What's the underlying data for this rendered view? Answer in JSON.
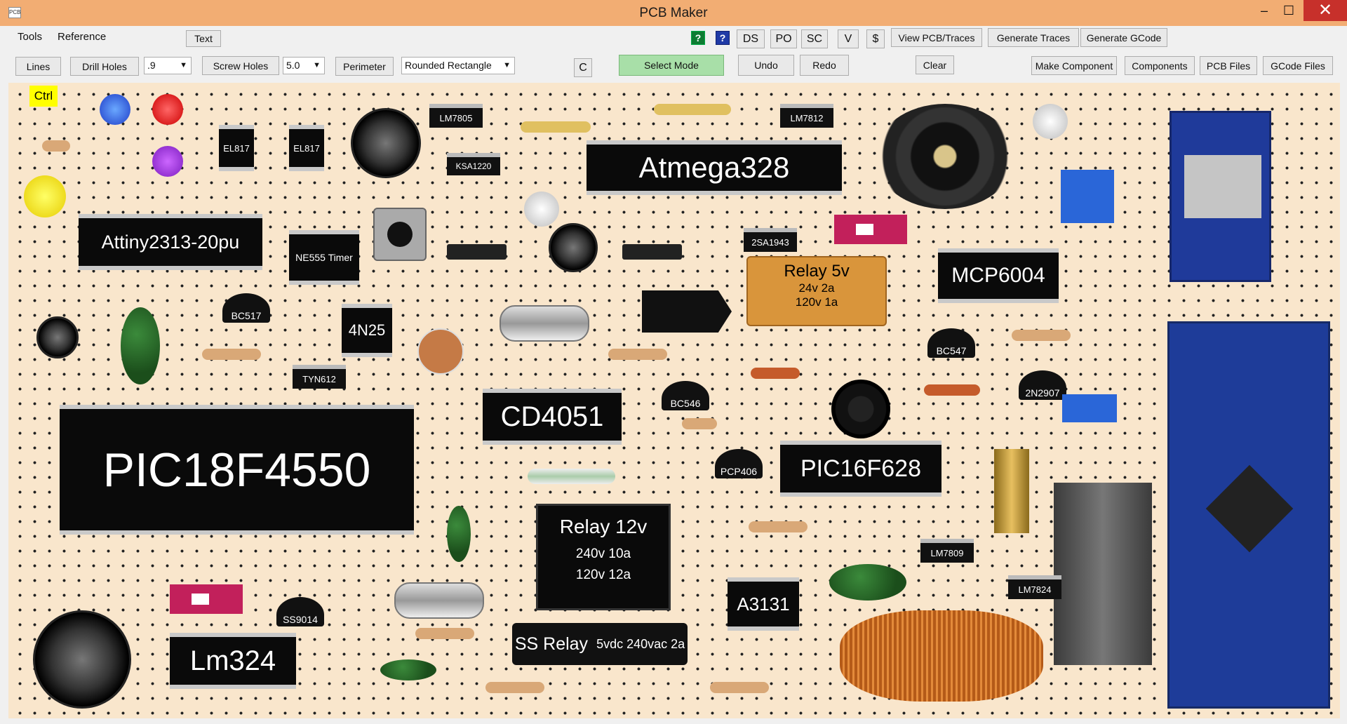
{
  "window": {
    "title": "PCB Maker",
    "app_icon_text": "PCB",
    "minimize": "–",
    "maximize": "☐",
    "close": "✕"
  },
  "menu": {
    "tools": "Tools",
    "reference": "Reference",
    "text_button": "Text"
  },
  "top_toolbar": {
    "help_green": "?",
    "help_blue": "?",
    "ds": "DS",
    "po": "PO",
    "sc": "SC",
    "v": "V",
    "dollar": "$",
    "view_pcb": "View PCB/Traces",
    "generate_traces": "Generate Traces",
    "generate_gcode": "Generate GCode"
  },
  "toolbar": {
    "lines": "Lines",
    "drill_holes": "Drill Holes",
    "drill_size": ".9",
    "screw_holes": "Screw Holes",
    "screw_size": "5.0",
    "perimeter": "Perimeter",
    "perimeter_shape": "Rounded Rectangle",
    "c": "C",
    "select_mode": "Select Mode",
    "undo": "Undo",
    "redo": "Redo",
    "clear": "Clear",
    "make_component": "Make Component",
    "components": "Components",
    "pcb_files": "PCB Files",
    "gcode_files": "GCode Files"
  },
  "board": {
    "ctrl_badge": "Ctrl",
    "colors": {
      "board": "#f9e6cc",
      "pad": "#e8161b",
      "select_mode": "#a8dfa8",
      "titlebar": "#f2ad73"
    },
    "labels": {
      "el817_a": "EL817",
      "el817_b": "EL817",
      "lm7805": "LM7805",
      "ksa1220": "KSA1220",
      "lm7812": "LM7812",
      "atmega328": "Atmega328",
      "attiny": "Attiny2313-20pu",
      "ne555": "NE555 Timer",
      "sa1943": "2SA1943",
      "relay5v_title": "Relay 5v",
      "relay5v_line1": "24v 2a",
      "relay5v_line2": "120v 1a",
      "mcp6004": "MCP6004",
      "bc517": "BC517",
      "4n25": "4N25",
      "tyn612": "TYN612",
      "bc547": "BC547",
      "pic18f4550": "PIC18F4550",
      "cd4051": "CD4051",
      "bc546": "BC546",
      "2n2907": "2N2907",
      "pcp406": "PCP406",
      "pic16f628": "PIC16F628",
      "relay12v_title": "Relay 12v",
      "relay12v_line1": "240v 10a",
      "relay12v_line2": "120v 12a",
      "lm7809": "LM7809",
      "lm7824": "LM7824",
      "a3131": "A3131",
      "ss9014": "SS9014",
      "lm324": "Lm324",
      "ss_relay_title": "SS Relay",
      "ss_relay_spec": "5vdc 240vac 2a"
    }
  }
}
